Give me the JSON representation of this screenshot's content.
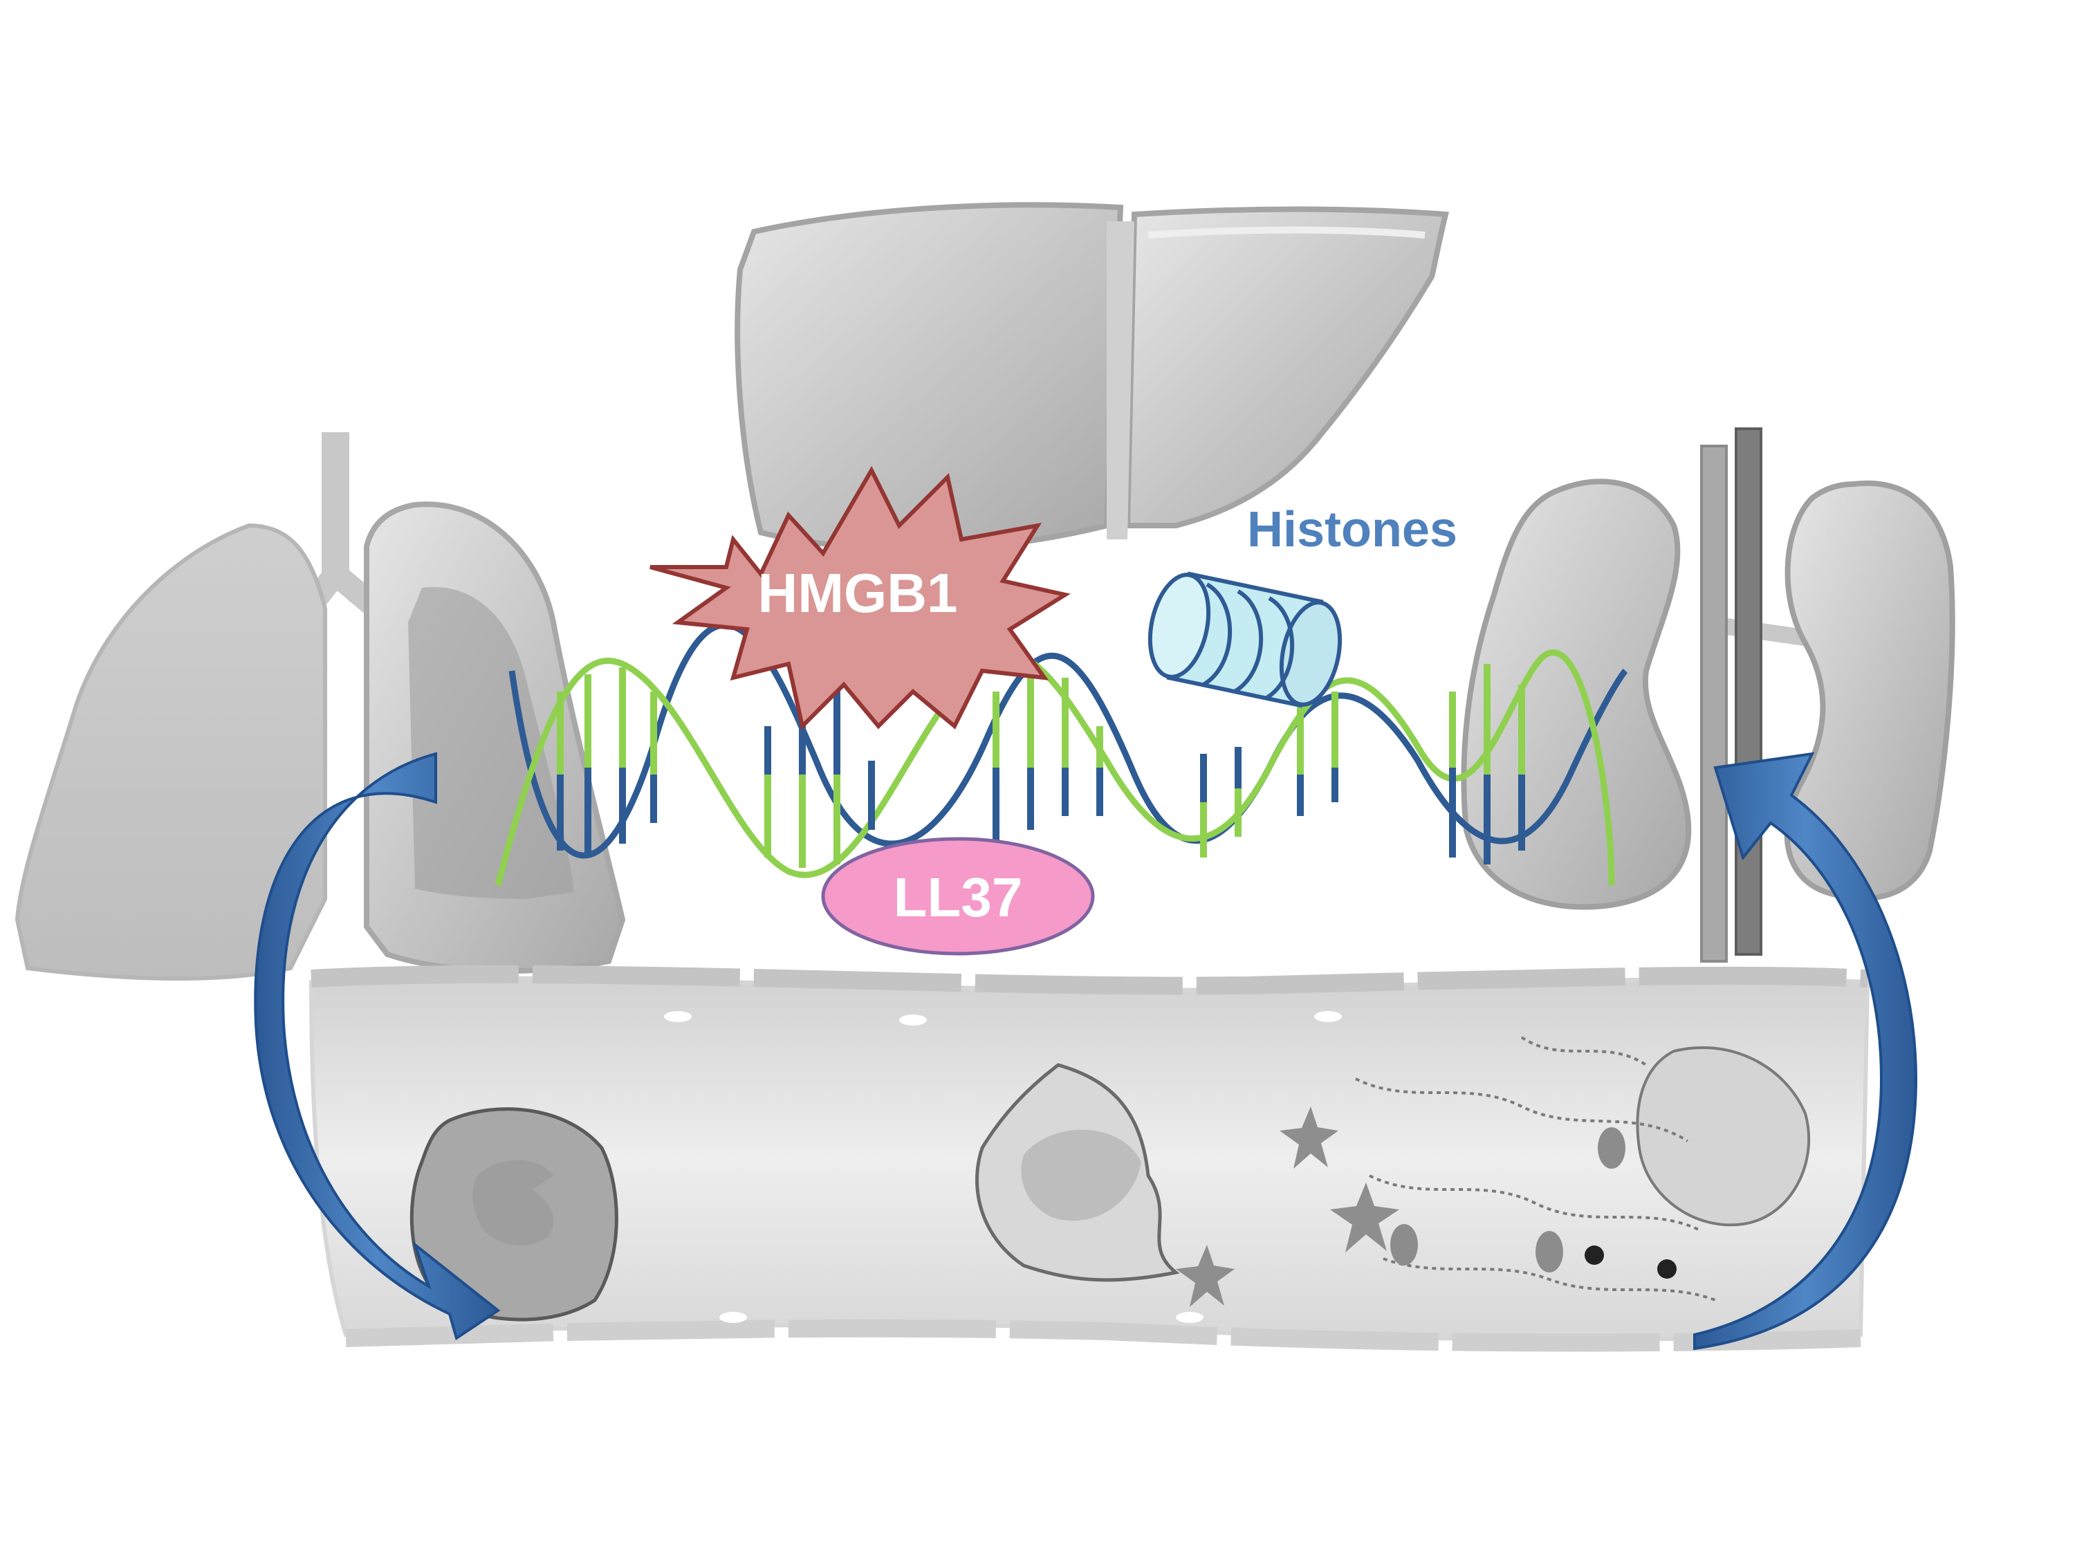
{
  "labels": {
    "hmgb1": "HMGB1",
    "histones": "Histones",
    "ll37": "LL37"
  },
  "colors": {
    "organ_gray": "#c4c4c4",
    "organ_edge": "#9a9a9a",
    "dna_blue": "#2e5b94",
    "dna_green": "#8fd14f",
    "hmgb1_fill": "#d99694",
    "hmgb1_edge": "#943634",
    "histone_fill": "#c5ebf3",
    "histone_text": "#4f81bd",
    "ll37_fill": "#f59ac9",
    "ll37_edge": "#8064a2",
    "arrow_blue": "#3a6eb3",
    "vessel_fill": "#e3e3e3"
  },
  "icons": [
    "lung-icon",
    "liver-icon",
    "kidney-icon",
    "blood-vessel-icon",
    "neutrophil-icon",
    "net-dna-icon",
    "platelet-icon"
  ]
}
